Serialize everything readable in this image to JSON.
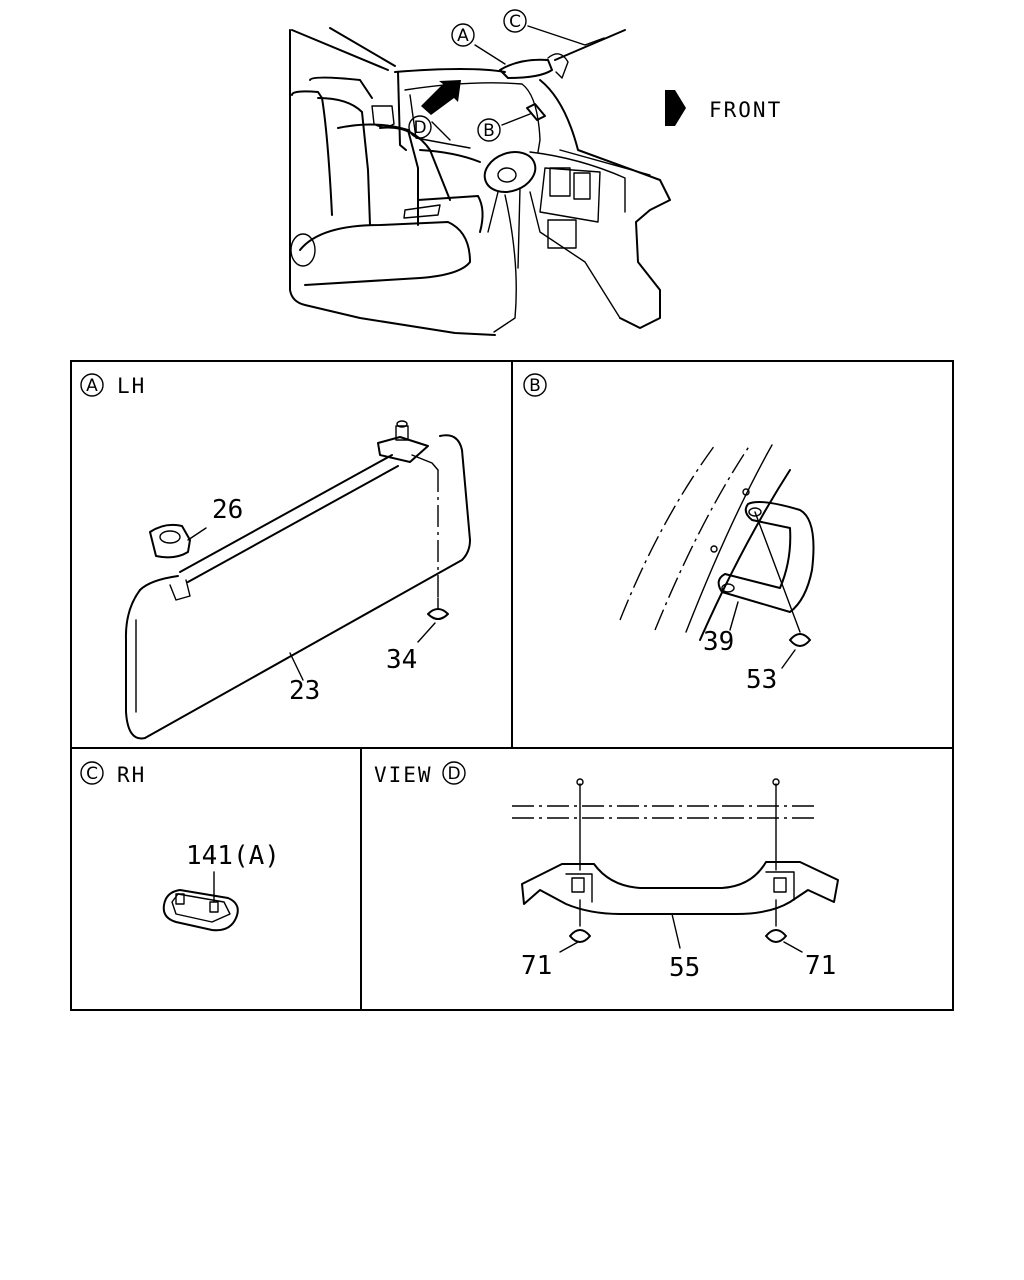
{
  "overview": {
    "callouts": [
      "A",
      "B",
      "C",
      "D"
    ],
    "front_label": "FRONT"
  },
  "panels": {
    "a": {
      "letter": "A",
      "label": "LH",
      "parts": [
        "26",
        "34",
        "23"
      ]
    },
    "b": {
      "letter": "B",
      "label": "",
      "parts": [
        "39",
        "53"
      ]
    },
    "c": {
      "letter": "C",
      "label": "RH",
      "parts": [
        "141(A)"
      ]
    },
    "d": {
      "prefix": "VIEW",
      "letter": "D",
      "parts": [
        "71",
        "55",
        "71"
      ]
    }
  }
}
